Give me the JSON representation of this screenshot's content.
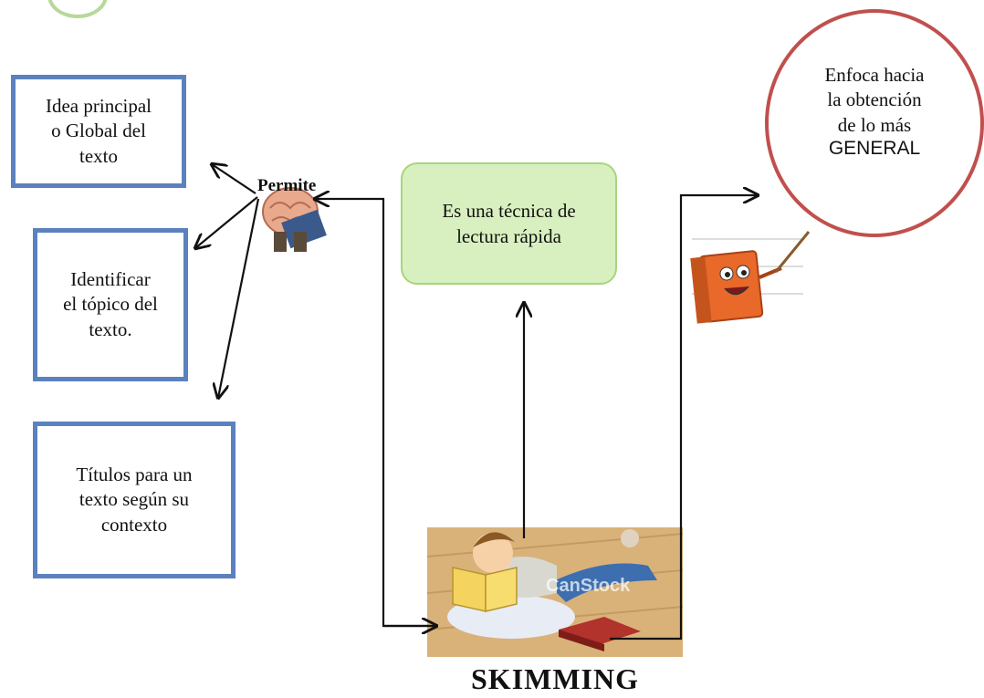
{
  "boxes": {
    "idea_principal": "Idea principal\no Global del\ntexto",
    "identificar": "Identificar\nel tópico del\ntexto.",
    "titulos": "Títulos para un\ntexto según su\ncontexto"
  },
  "permite_label": "Permite",
  "center_box": "Es una técnica de\nlectura rápida",
  "circle": {
    "text": "Enfoca hacia\nla obtención\nde lo más",
    "emphasis": "GENERAL"
  },
  "title": "SKIMMING",
  "image_watermark": "CanStock",
  "colors": {
    "box_border": "#5b82bf",
    "green_fill": "#d8f0bf",
    "circle_border": "#c0504d"
  }
}
